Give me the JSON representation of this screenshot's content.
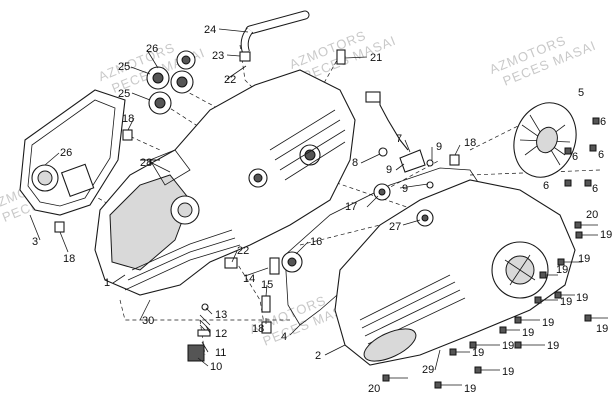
{
  "watermark": {
    "brand": "AZMOTORS",
    "subtitle": "PECES MASAI"
  },
  "callouts": [
    "1",
    "2",
    "3",
    "4",
    "5",
    "6",
    "7",
    "8",
    "9",
    "10",
    "11",
    "12",
    "13",
    "14",
    "15",
    "16",
    "17",
    "18",
    "19",
    "20",
    "21",
    "22",
    "23",
    "24",
    "25",
    "26",
    "27",
    "28",
    "29",
    "30"
  ]
}
